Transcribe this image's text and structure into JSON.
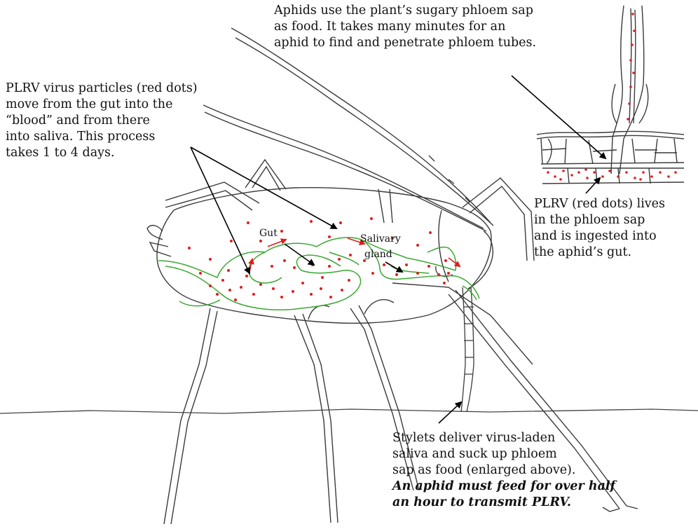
{
  "captions": {
    "phloem_food": [
      "Aphids use the plant’s sugary phloem sap",
      "as food. It takes many minutes for an",
      "aphid to find and penetrate phloem tubes."
    ],
    "virus_path": [
      "PLRV virus particles (red dots)",
      "move from the gut into the",
      "“blood” and from there",
      "into saliva.  This process",
      "takes 1 to 4 days."
    ],
    "phloem_virus": [
      "PLRV (red dots) lives",
      "in the phloem sap",
      "and is ingested into",
      "the aphid’s gut."
    ],
    "stylets": [
      "Stylets deliver virus-laden",
      "saliva and suck up phloem",
      "sap as food (enlarged above)."
    ],
    "stylets_emphasis": [
      "An aphid must feed for over half",
      "an hour to transmit PLRV."
    ]
  },
  "labels": {
    "gut": "Gut",
    "salivary_1": "Salivary",
    "salivary_2": "gland"
  },
  "colors": {
    "outline": "#3a3a3a",
    "gut": "#3aa832",
    "virus": "#e01e1e",
    "arrow": "#000000"
  }
}
